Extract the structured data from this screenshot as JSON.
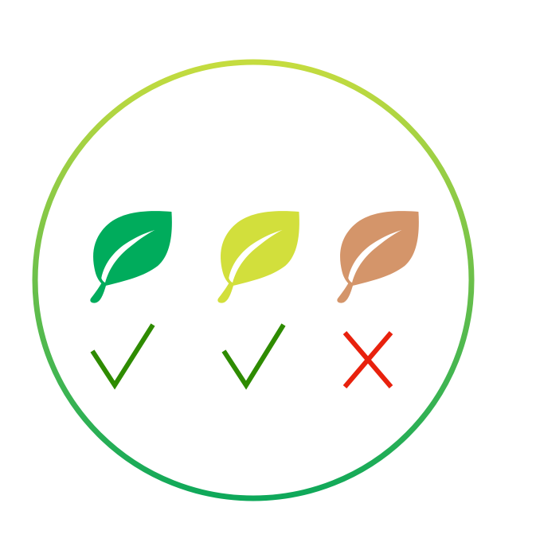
{
  "colors": {
    "ring_top": "#c5dc3f",
    "ring_bottom": "#0ea85a",
    "leaf_healthy": "#00ac5c",
    "leaf_young": "#d2df3c",
    "leaf_dry": "#d4956a",
    "check_mark": "#2e8b00",
    "cross_mark": "#e8210d",
    "background": "#ffffff"
  },
  "items": [
    {
      "leaf_icon": "green-leaf-icon",
      "status": "approved",
      "status_icon": "checkmark-icon"
    },
    {
      "leaf_icon": "yellow-green-leaf-icon",
      "status": "approved",
      "status_icon": "checkmark-icon"
    },
    {
      "leaf_icon": "brown-leaf-icon",
      "status": "rejected",
      "status_icon": "cross-icon"
    }
  ]
}
